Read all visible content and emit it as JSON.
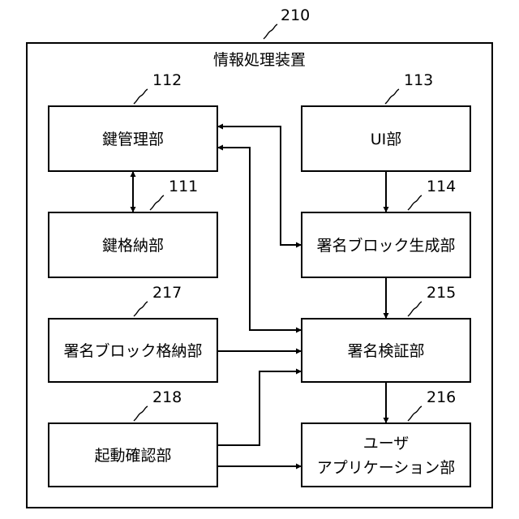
{
  "diagram": {
    "container": {
      "number": "210",
      "title": "情報処理装置"
    },
    "blocks": {
      "key_management": {
        "number": "112",
        "label": "鍵管理部"
      },
      "ui": {
        "number": "113",
        "label": "UI部"
      },
      "key_storage": {
        "number": "111",
        "label": "鍵格納部"
      },
      "signature_block_generation": {
        "number": "114",
        "label": "署名ブロック生成部"
      },
      "signature_block_storage": {
        "number": "217",
        "label": "署名ブロック格納部"
      },
      "signature_verification": {
        "number": "215",
        "label": "署名検証部"
      },
      "startup_confirmation": {
        "number": "218",
        "label": "起動確認部"
      },
      "user_application": {
        "number": "216",
        "label_line1": "ユーザ",
        "label_line2": "アプリケーション部"
      }
    }
  }
}
